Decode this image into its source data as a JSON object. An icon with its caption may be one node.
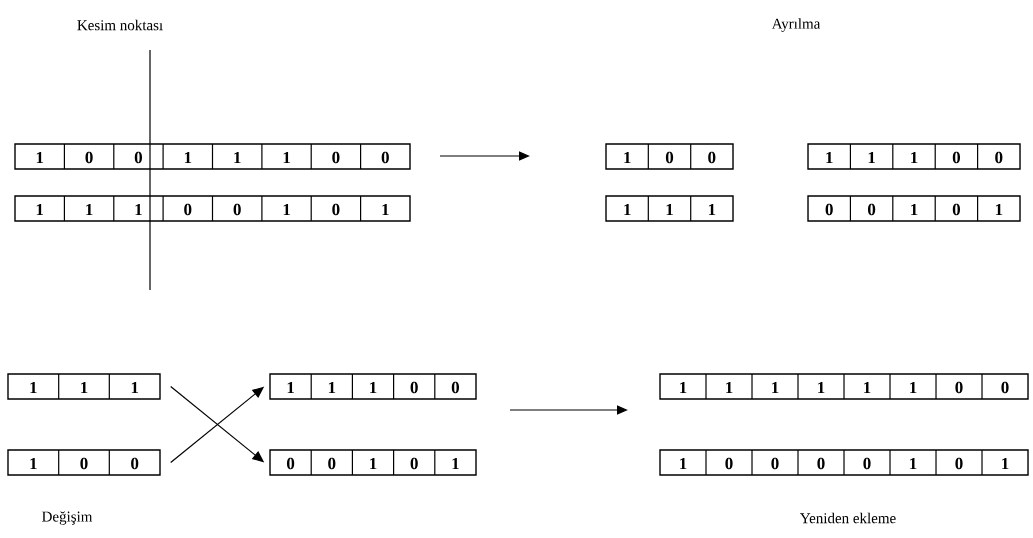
{
  "diagram": {
    "nodes": [
      {
        "text": [
          "1",
          "0",
          "0",
          "1",
          "1",
          "1",
          "0",
          "0"
        ]
      },
      {
        "text": [
          "1",
          "0",
          "0"
        ]
      },
      {
        "text": [
          "1",
          "1",
          "1",
          "0",
          "0"
        ]
      },
      {
        "text": [
          "1",
          "1",
          "1",
          "0",
          "0",
          "1",
          "0",
          "1"
        ]
      },
      {
        "text": [
          "1",
          "1",
          "1"
        ]
      },
      {
        "text": [
          "0",
          "0",
          "1",
          "0",
          "1"
        ]
      },
      {
        "text": [
          "1",
          "1",
          "1"
        ]
      },
      {
        "text": [
          "1",
          "1",
          "1",
          "0",
          "0"
        ]
      },
      {
        "text": [
          "1",
          "1",
          "1",
          "1",
          "1",
          "1",
          "0",
          "0"
        ]
      },
      {
        "text": [
          "1",
          "0",
          "0"
        ]
      },
      {
        "text": [
          "0",
          "0",
          "1",
          "0",
          "1"
        ]
      },
      {
        "text": [
          "1",
          "0",
          "0",
          "0",
          "0",
          "1",
          "0",
          "1"
        ]
      }
    ],
    "edges": [
      {
        "from": 6,
        "to": 10,
        "arrow": "to"
      },
      {
        "from": 9,
        "to": 7,
        "arrow": "to"
      }
    ],
    "labels": [
      "Kesim noktası",
      "Ayrılma",
      "Değişim",
      "Yeniden ekleme"
    ]
  }
}
